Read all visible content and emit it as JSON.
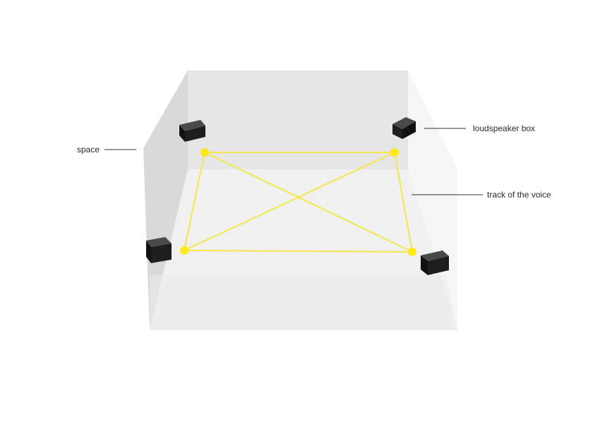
{
  "labels": {
    "space": "space",
    "loudspeaker_box": "loudspeaker box",
    "track_of_voice": "track of the voice"
  },
  "colors": {
    "track": "#f2e84a",
    "node": "#ffe81a",
    "speaker_top": "#4a4a4a",
    "speaker_front": "#1e1e1e",
    "speaker_side": "#111111",
    "back_wall": "#e6e6e6",
    "left_wall": "#d9d9d9",
    "right_wall": "#f6f6f6",
    "floor": "#f0f0f0",
    "leader_line": "#333333"
  },
  "icons": {
    "speaker": "loudspeaker-box-icon",
    "node": "voice-node-icon"
  }
}
